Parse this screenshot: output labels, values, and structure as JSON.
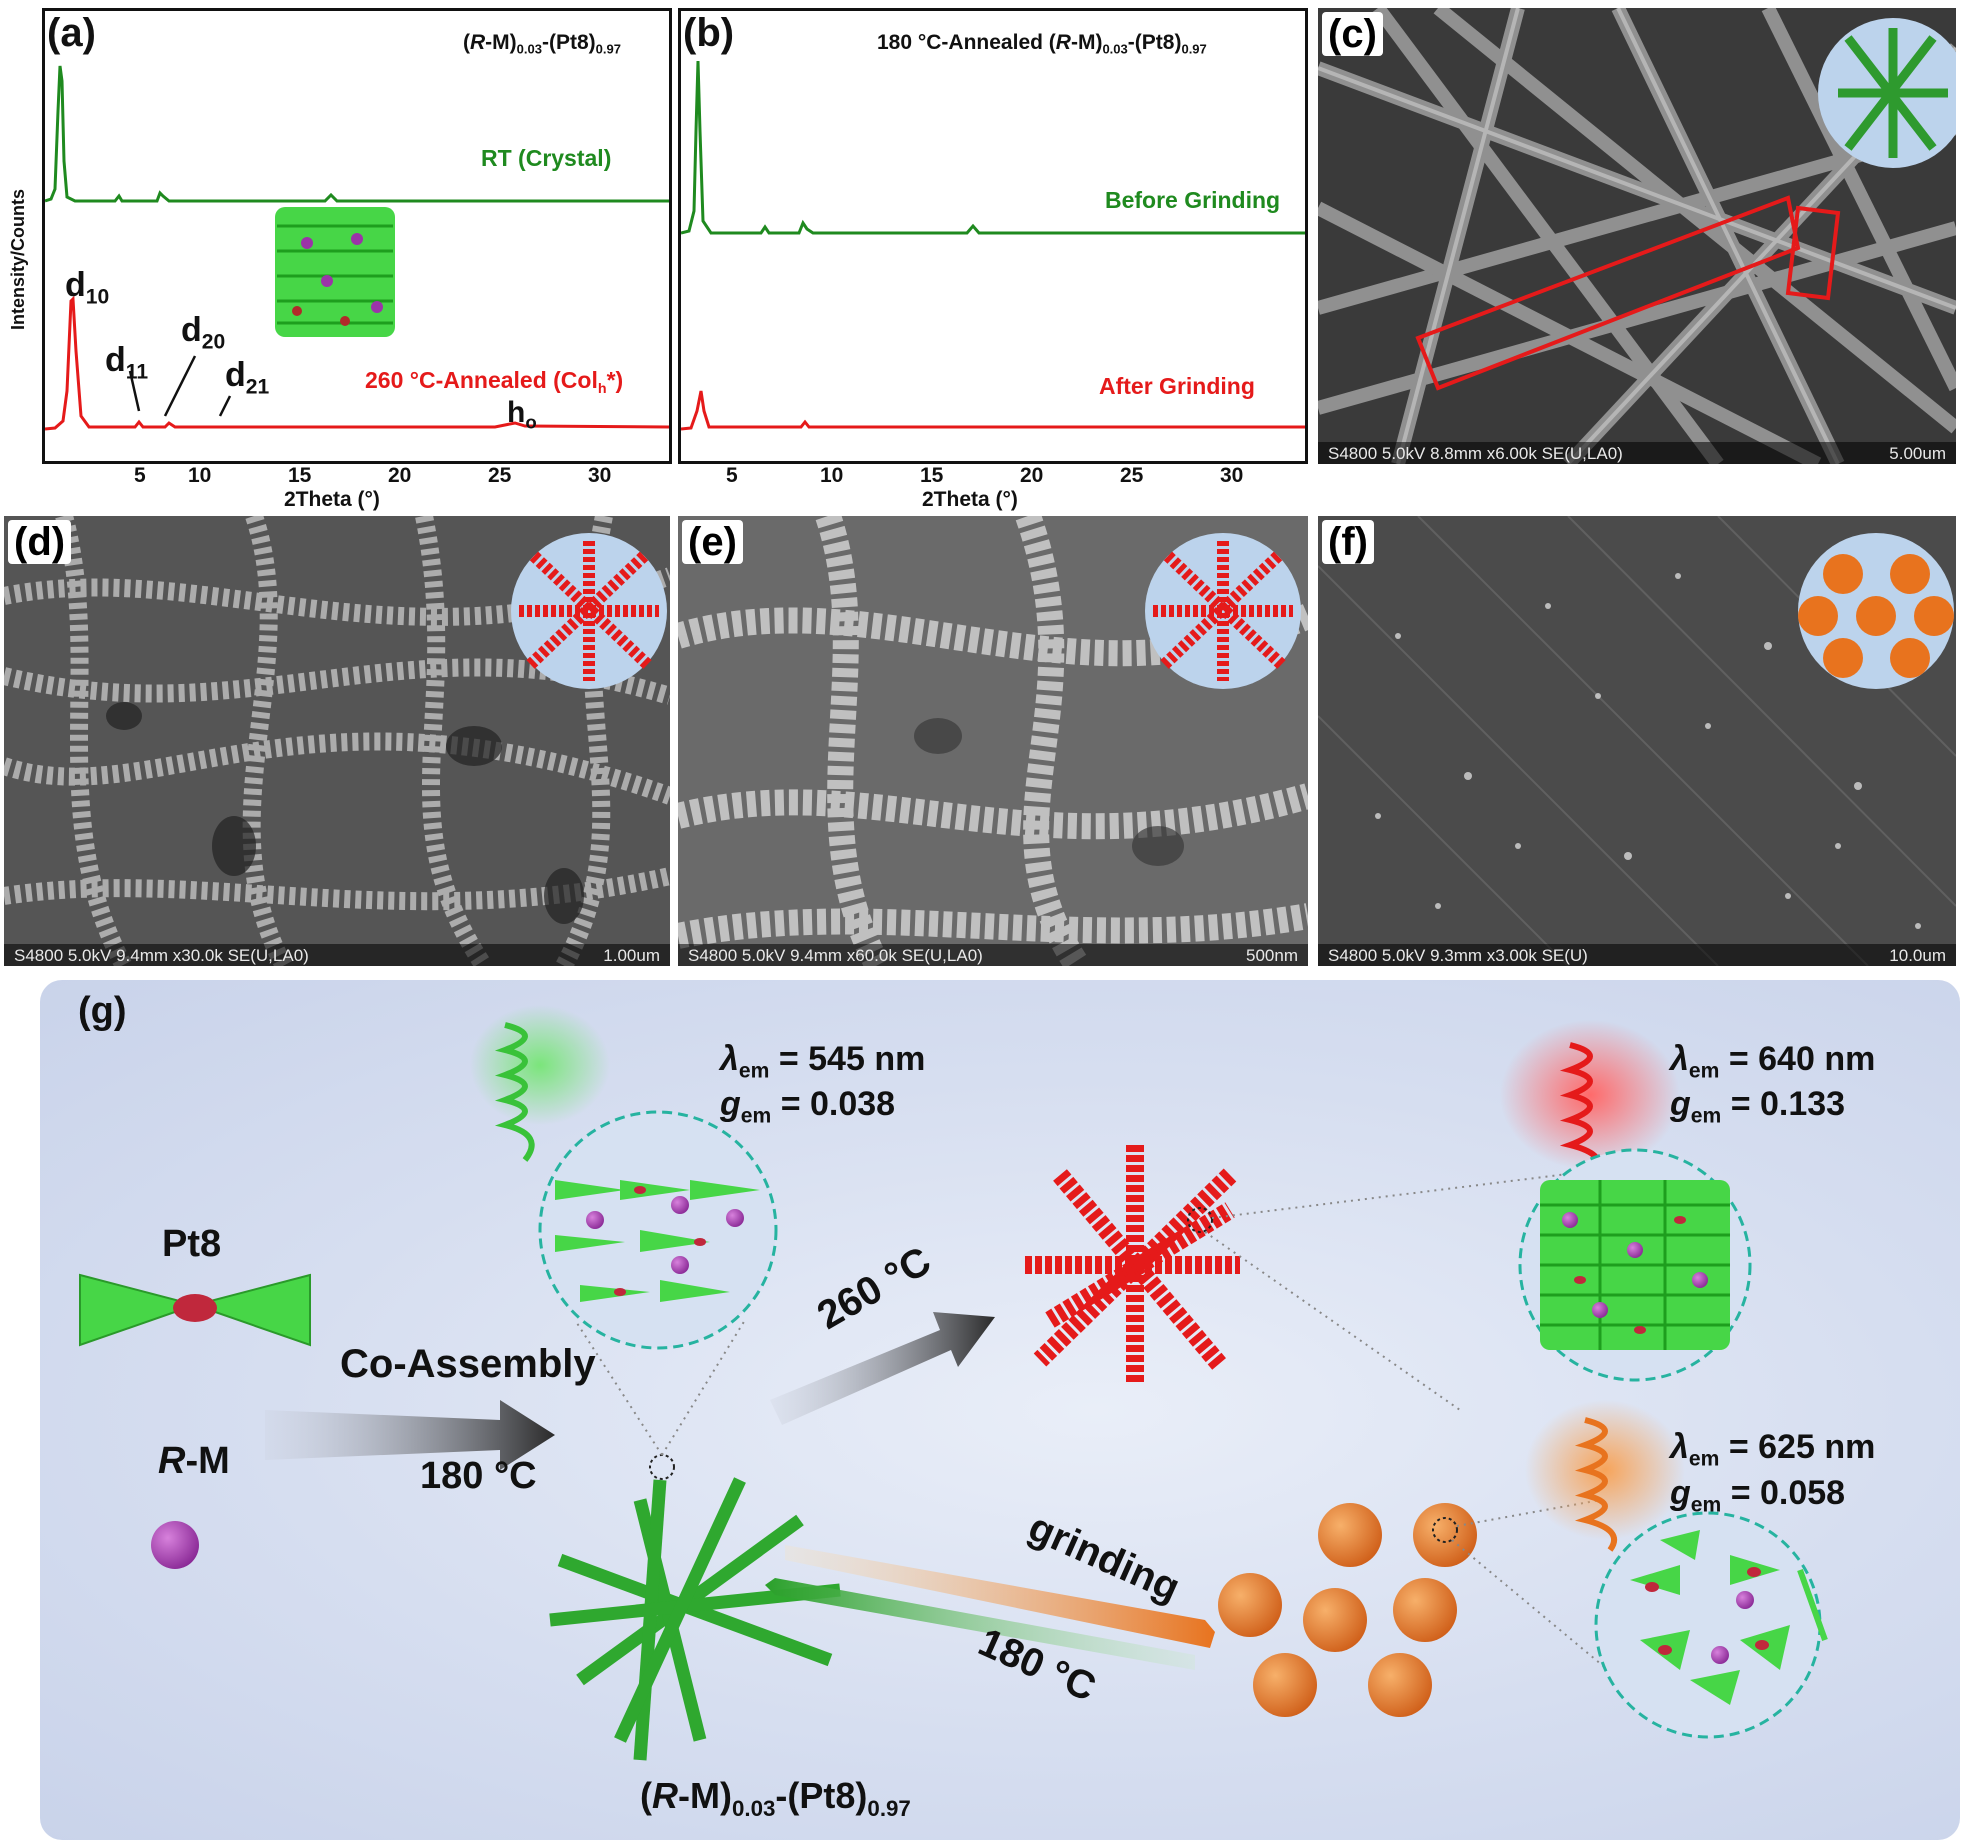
{
  "panel_a": {
    "label": "(a)",
    "title_prefix": "(",
    "title_r": "R",
    "title_mid": "-M)",
    "title_sub1": "0.03",
    "title_mid2": "-(Pt8)",
    "title_sub2": "0.97",
    "trace_top_label": "RT (Crystal)",
    "trace_bottom_label_main": "260 °C-Annealed (Col",
    "trace_bottom_label_sub": "h",
    "trace_bottom_label_end": "*)",
    "peaks": {
      "d10": "d",
      "d10_sub": "10",
      "d11": "d",
      "d11_sub": "11",
      "d20": "d",
      "d20_sub": "20",
      "d21": "d",
      "d21_sub": "21",
      "ho": "h",
      "ho_sub": "o"
    }
  },
  "panel_b": {
    "label": "(b)",
    "title_a": "180 °C-Annealed (",
    "title_r": "R",
    "title_b": "-M)",
    "title_sub1": "0.03",
    "title_c": "-(Pt8)",
    "title_sub2": "0.97",
    "trace_top_label": "Before Grinding",
    "trace_bottom_label": "After Grinding"
  },
  "axes": {
    "ylabel": "Intensity/Counts",
    "xlabel": "2Theta (°)",
    "xticks": [
      "5",
      "10",
      "15",
      "20",
      "25",
      "30"
    ]
  },
  "panel_c": {
    "label": "(c)",
    "footer_left": "S4800 5.0kV 8.8mm x6.00k SE(U,LA0)",
    "footer_right": "5.00um"
  },
  "panel_d": {
    "label": "(d)",
    "footer_left": "S4800 5.0kV 9.4mm x30.0k SE(U,LA0)",
    "footer_right": "1.00um"
  },
  "panel_e": {
    "label": "(e)",
    "footer_left": "S4800 5.0kV 9.4mm x60.0k SE(U,LA0)",
    "footer_right": "500nm"
  },
  "panel_f": {
    "label": "(f)",
    "footer_left": "S4800 5.0kV 9.3mm x3.00k SE(U)",
    "footer_right": "10.0um"
  },
  "panel_g": {
    "label": "(g)",
    "pt8": "Pt8",
    "rm_r": "R",
    "rm_m": "-M",
    "co_assembly": "Co-Assembly",
    "temp_180": "180 °C",
    "temp_260": "260 °C",
    "grinding": "grinding",
    "temp_180_back": "180 °C",
    "green": {
      "lambda": "545 nm",
      "g": "0.038"
    },
    "red": {
      "lambda": "640 nm",
      "g": "0.133"
    },
    "orange": {
      "lambda": "625 nm",
      "g": "0.058"
    },
    "lambda_sym": "λ",
    "g_sym": "g",
    "em": "em",
    "formula_r": "R",
    "formula_a": "(",
    "formula_b": "-M)",
    "formula_sub1": "0.03",
    "formula_c": "-(Pt8)",
    "formula_sub2": "0.97"
  },
  "colors": {
    "green": "#1f8a1f",
    "red": "#e51a1a",
    "orange": "#e8731e",
    "bright_green": "#4ee04e"
  }
}
